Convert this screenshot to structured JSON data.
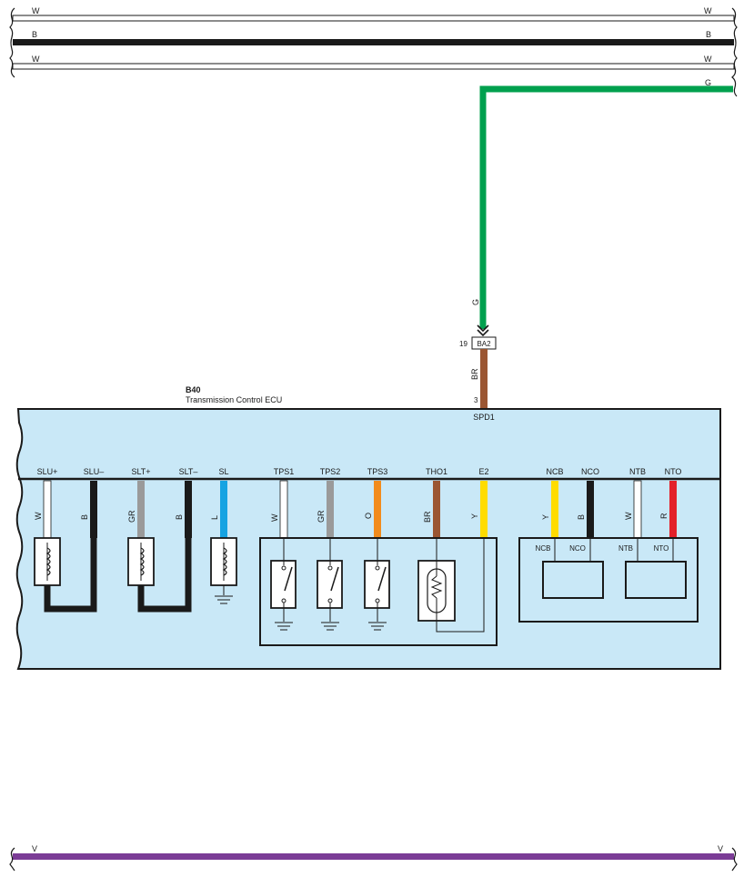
{
  "colors": {
    "panel_fill": "#c9e8f7",
    "white": "#ffffff",
    "black": "#1a1a1a",
    "green": "#00a04e",
    "brown": "#9b5632",
    "gray": "#9a9a9a",
    "blue": "#16a3e2",
    "orange": "#f28b1c",
    "yellow": "#ffdc00",
    "red": "#e3212a",
    "violet": "#7b3c96"
  },
  "top_wires": [
    {
      "left": "W",
      "right": "W",
      "color": "white"
    },
    {
      "left": "B",
      "right": "B",
      "color": "black"
    },
    {
      "left": "W",
      "right": "W",
      "color": "white"
    }
  ],
  "green_wire": {
    "code_right": "G",
    "code_vertical": "G"
  },
  "connector": {
    "pin": "19",
    "name": "BA2"
  },
  "wire_spd": {
    "code": "BR",
    "pin": "3",
    "terminal": "SPD1"
  },
  "ecu": {
    "code": "B40",
    "name": "Transmission Control ECU"
  },
  "terminals": [
    {
      "label": "SLU+",
      "code": "W",
      "color": "white"
    },
    {
      "label": "SLU–",
      "code": "B",
      "color": "black"
    },
    {
      "label": "SLT+",
      "code": "GR",
      "color": "gray"
    },
    {
      "label": "SLT–",
      "code": "B",
      "color": "black"
    },
    {
      "label": "SL",
      "code": "L",
      "color": "blue"
    },
    {
      "label": "TPS1",
      "code": "W",
      "color": "white"
    },
    {
      "label": "TPS2",
      "code": "GR",
      "color": "gray"
    },
    {
      "label": "TPS3",
      "code": "O",
      "color": "orange"
    },
    {
      "label": "THO1",
      "code": "BR",
      "color": "brown"
    },
    {
      "label": "E2",
      "code": "Y",
      "color": "yellow"
    },
    {
      "label": "NCB",
      "code": "Y",
      "color": "yellow"
    },
    {
      "label": "NCO",
      "code": "B",
      "color": "black"
    },
    {
      "label": "NTB",
      "code": "W",
      "color": "white"
    },
    {
      "label": "NTO",
      "code": "R",
      "color": "red"
    }
  ],
  "sensor_box_labels": [
    "NCB",
    "NCO",
    "NTB",
    "NTO"
  ],
  "bottom_wire": {
    "left": "V",
    "right": "V"
  }
}
